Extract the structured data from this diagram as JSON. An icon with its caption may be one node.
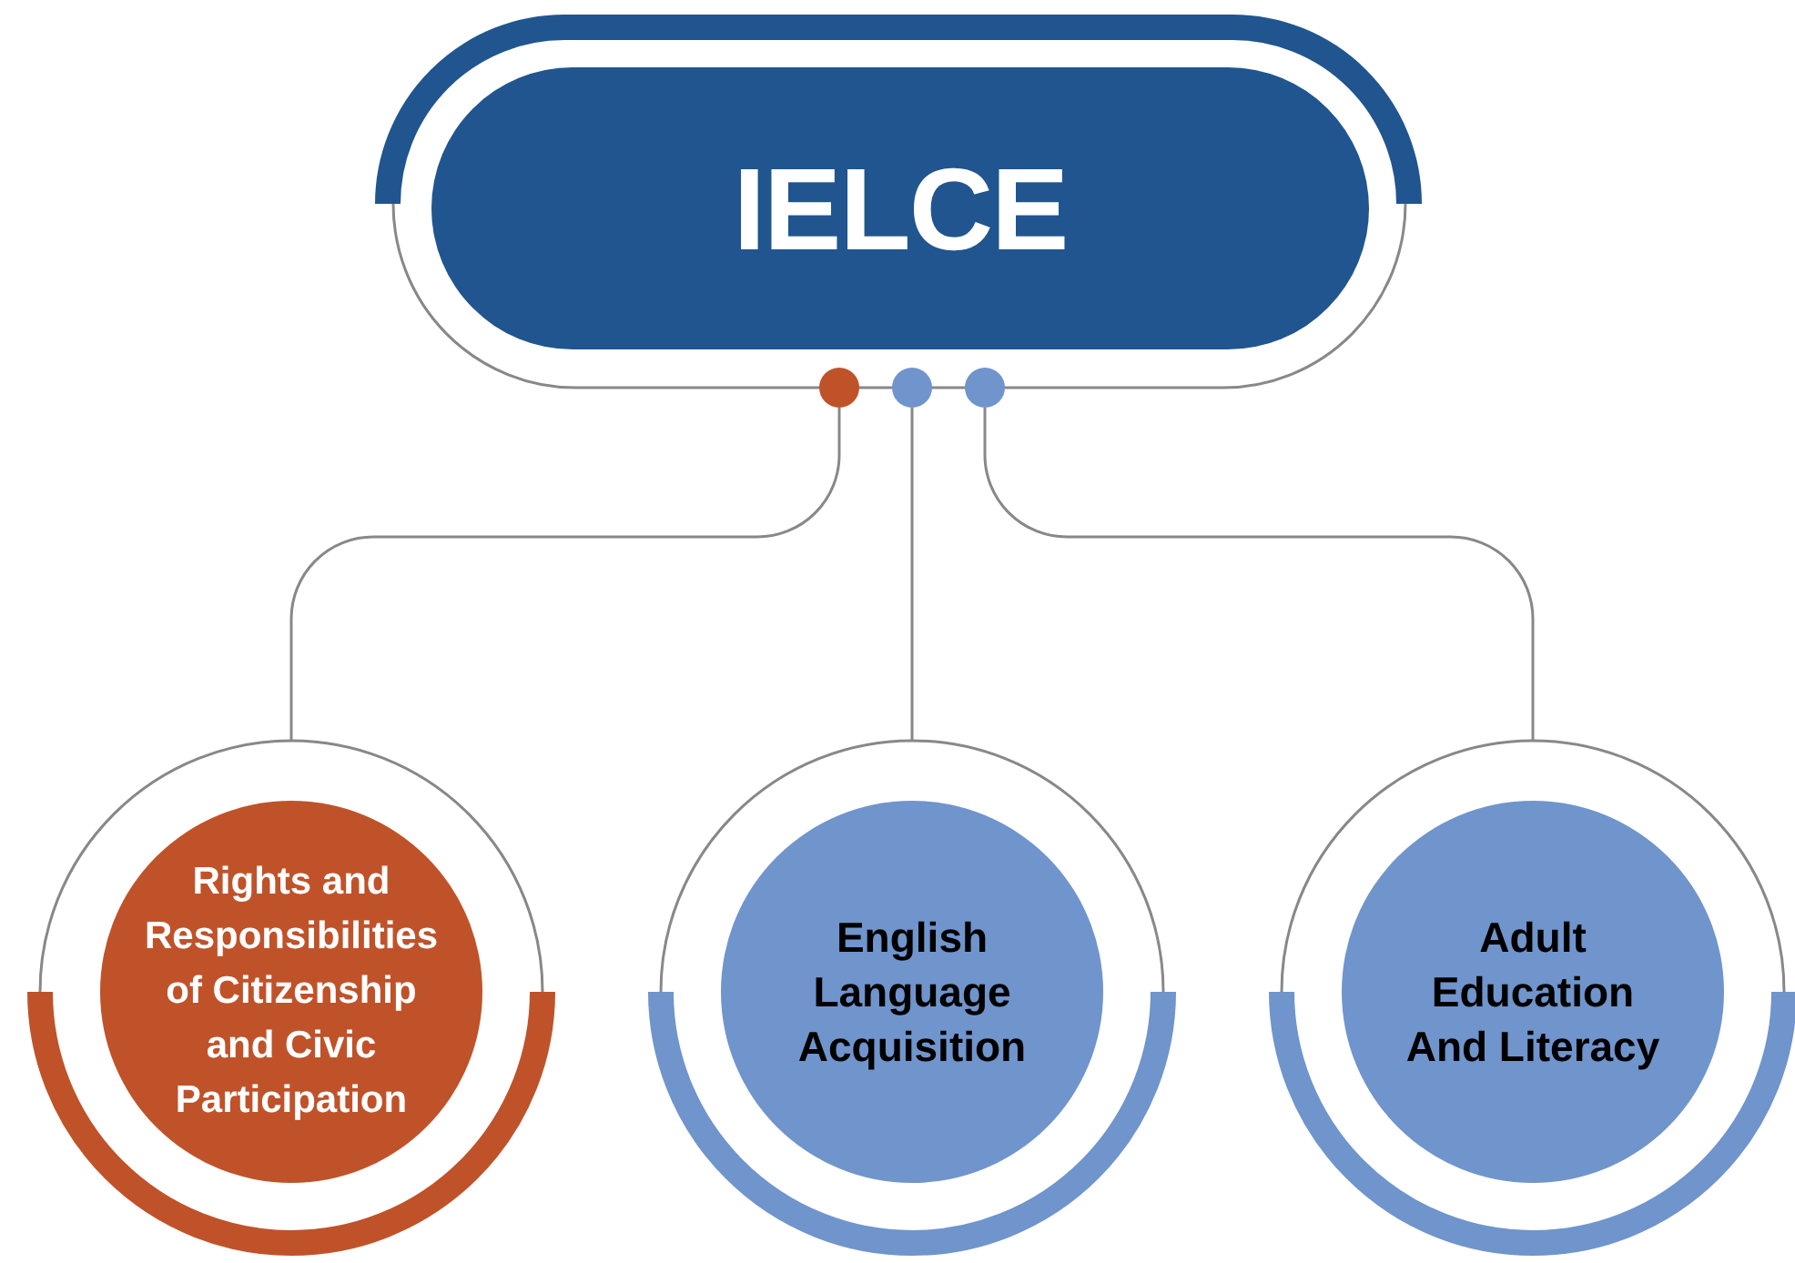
{
  "diagram": {
    "nodes": [
      {
        "text": [
          "IELCE"
        ]
      },
      {
        "text": [],
        "shape": "circle"
      },
      {
        "text": [],
        "shape": "circle"
      },
      {
        "text": [],
        "shape": "circle"
      },
      {
        "text": [
          "Rights and Responsibilities of Citizenship and Civic Participation"
        ]
      },
      {
        "text": [
          "English Language Acquisition"
        ]
      },
      {
        "text": [
          "Adult Education And Literacy"
        ]
      }
    ],
    "edges": [
      {
        "from": 1,
        "to": 4,
        "arrow": "none"
      },
      {
        "from": 2,
        "to": 5,
        "arrow": "none"
      },
      {
        "from": 3,
        "to": 6,
        "arrow": "none"
      }
    ]
  }
}
